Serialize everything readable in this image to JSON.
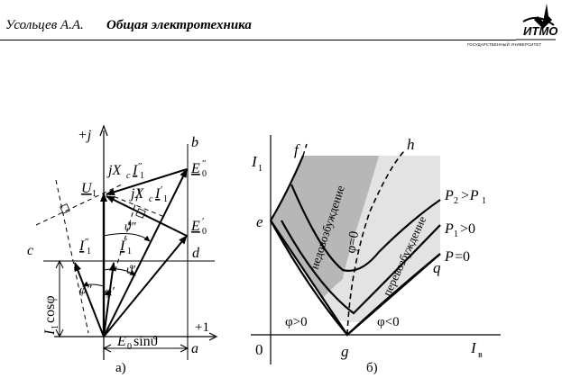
{
  "header": {
    "author": "Усольцев А.А.",
    "book": "Общая электротехника",
    "logo_mark": "ИТМО",
    "logo_sub": "ГОСУДАРСТВЕННЫЙ УНИВЕРСИТЕТ"
  },
  "figure_a": {
    "caption": "а)",
    "label_pj": "+j",
    "label_p1": "+1",
    "b": "b",
    "c": "c",
    "d": "d",
    "a": "a",
    "U1": "U",
    "U1_sub": "1",
    "jxI1pp_pre": "jX",
    "jxI1pp_c": "c",
    "jxI1pp_I": "I",
    "jxI1pp_mark": "″",
    "jxI1pp_sub": "1",
    "jxI1p_pre": "jX",
    "jxI1p_c": "c",
    "jxI1p_I": "I",
    "jxI1p_mark": "′",
    "jxI1p_sub": "1",
    "E0pp": "E",
    "E0pp_sup": "″",
    "E0pp_sub": "0",
    "E0p": "E",
    "E0p_sup": "′",
    "E0p_sub": "0",
    "I1pp": "I",
    "I1pp_sup": "″",
    "I1pp_sub": "1",
    "I1p": "I",
    "I1p_sup": "′",
    "I1p_sub": "1",
    "theta_pp": "ϑ″",
    "theta_p": "ϑ′",
    "phi_pp": "φ″",
    "phi_p": "φ′",
    "cos_I": "I",
    "cos_sub": "1",
    "cos_rest": "cosφ",
    "sin_E": "E",
    "sin_sub": "0",
    "sin_rest": "sinϑ"
  },
  "figure_b": {
    "caption": "б)",
    "y_label": "I",
    "y_sub": "1",
    "x_label": "I",
    "x_sub": "в",
    "origin": "0",
    "e": "e",
    "f": "f",
    "h": "h",
    "g": "g",
    "q": "q",
    "under": "недовозбуждение",
    "over": "перевозбуждение",
    "phi0": "φ=0",
    "phi_pos": "φ>0",
    "phi_neg": "φ<0",
    "P2": "P",
    "P2_sub": "2",
    "P2_rest": ">P",
    "P2_sub2": "1",
    "P1": "P",
    "P1_sub": "1",
    "P1_rest": ">0",
    "P0": "P",
    "P0_rest": "=0"
  }
}
